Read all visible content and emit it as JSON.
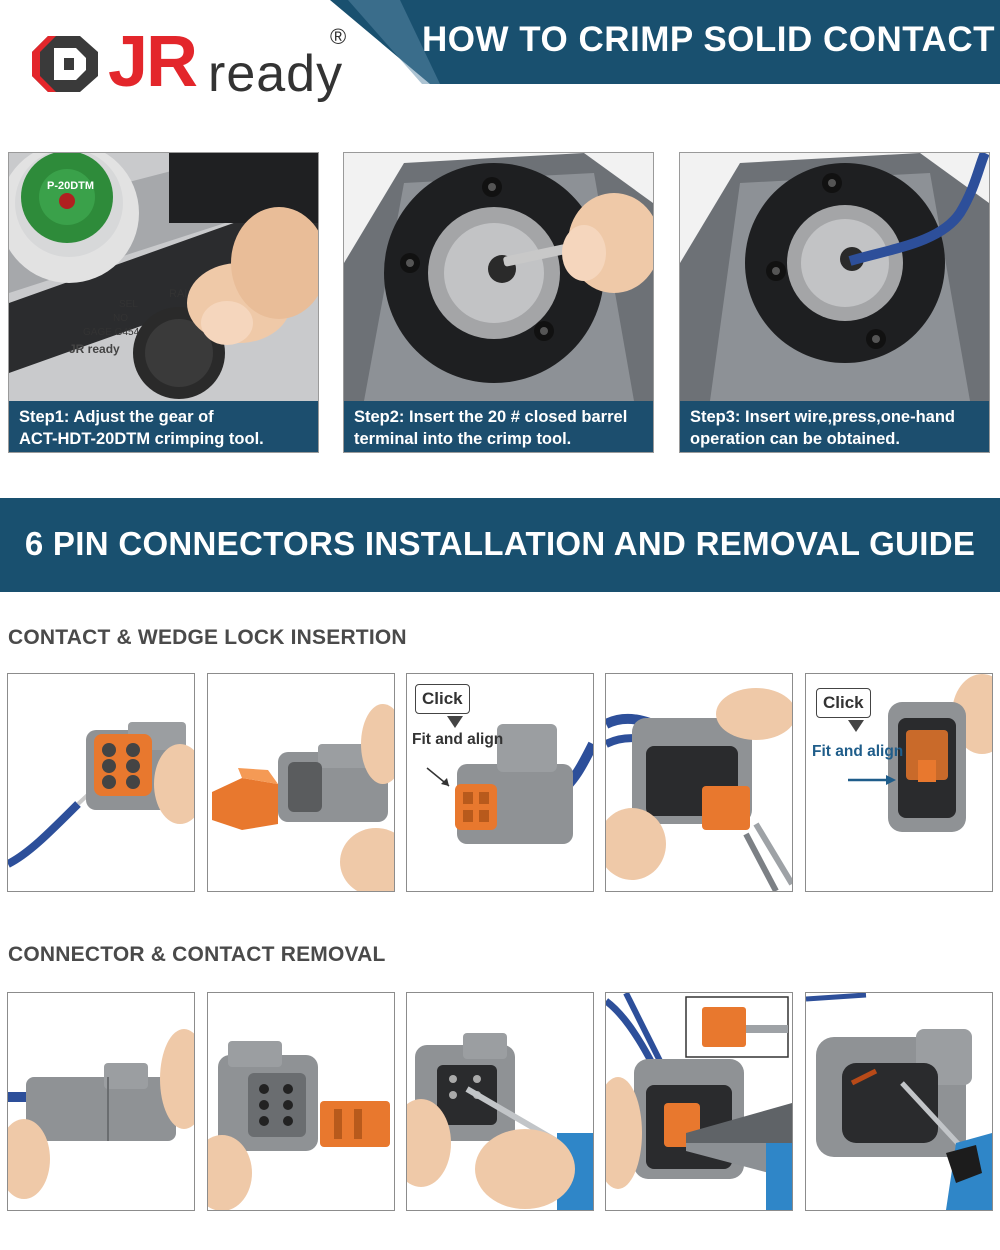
{
  "brand": {
    "logo_jr": "JR",
    "logo_ready": "ready",
    "registered": "®"
  },
  "header": {
    "title": "HOW TO CRIMP SOLID CONTACT"
  },
  "steps": [
    {
      "line1": "Step1: Adjust the gear of",
      "line2": "ACT-HDT-20DTM crimping tool."
    },
    {
      "line1": "Step2: Insert the 20 # closed barrel",
      "line2": "terminal into the crimp tool."
    },
    {
      "line1": "Step3: Insert wire,press,one-hand",
      "line2": "operation can be obtained."
    }
  ],
  "dial_text": {
    "model": "P-20DTM",
    "gage": "GAGE G454",
    "raise": "RAISE",
    "sel": "SEL",
    "no": "NO",
    "mark": "JR ready"
  },
  "guide": {
    "title": "6 PIN CONNECTORS INSTALLATION AND REMOVAL GUIDE"
  },
  "insertion": {
    "title": "CONTACT & WEDGE LOCK INSERTION",
    "click_label": "Click",
    "fit_label": "Fit and align"
  },
  "removal": {
    "title": "CONNECTOR & CONTACT REMOVAL"
  },
  "colors": {
    "banner_navy": "#19506f",
    "caption_navy": "#1c4e6e",
    "brand_red": "#e3262b",
    "connector_gray": "#8f9295",
    "wedge_orange": "#e8782e",
    "wire_blue": "#2d4f9a"
  }
}
